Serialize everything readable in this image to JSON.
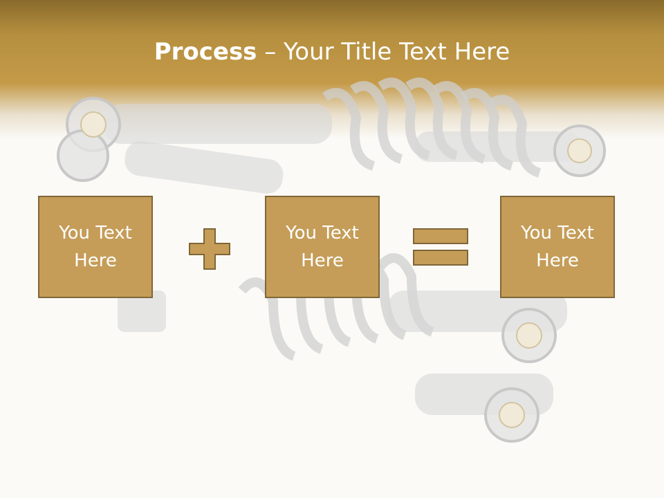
{
  "title": {
    "bold": "Process",
    "rest": " – Your Title Text Here"
  },
  "boxes": [
    {
      "text": "You Text Here"
    },
    {
      "text": "You Text Here"
    },
    {
      "text": "You Text Here"
    }
  ],
  "operators": [
    "plus",
    "equals"
  ],
  "colors": {
    "header": "#c49a48",
    "box_fill": "#c59d58",
    "box_border": "#7f6637",
    "operator_fill": "#c59d58",
    "background": "#fbfaf6"
  },
  "background_image": "shock-absorbers-icon"
}
